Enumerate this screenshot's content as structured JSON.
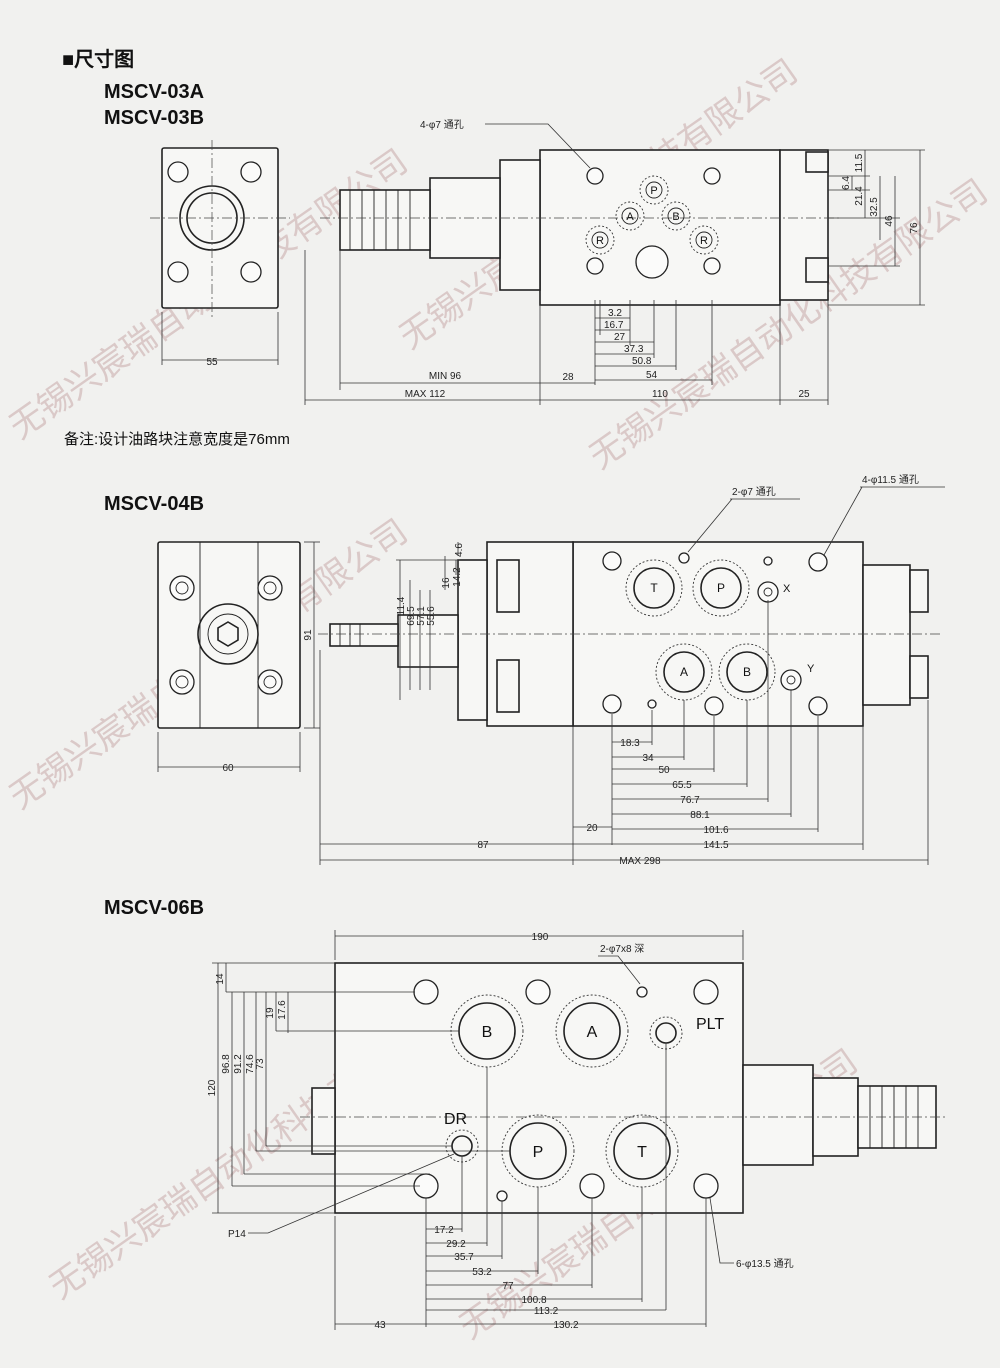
{
  "header": {
    "section_title": "■尺寸图",
    "model_03a": "MSCV-03A",
    "model_03b": "MSCV-03B",
    "note": "备注:设计油路块注意宽度是76mm",
    "model_04b": "MSCV-04B",
    "model_06b": "MSCV-06B"
  },
  "watermark": "无锡兴宸瑞自动化科技有限公司",
  "mscv03": {
    "callout_holes": "4-φ7 通孔",
    "ports": [
      "P",
      "A",
      "B",
      "R",
      "R"
    ],
    "dims_bottom": [
      "3.2",
      "16.7",
      "27",
      "37.3",
      "50.8",
      "54",
      "110",
      "25",
      "28"
    ],
    "dim_min": "MIN 96",
    "dim_max": "MAX 112",
    "dim_face_width": "55",
    "dims_right": [
      "11.5",
      "6.4",
      "21.4",
      "32.5",
      "46",
      "76"
    ]
  },
  "mscv04": {
    "callout_holes_a": "2-φ7 通孔",
    "callout_holes_b": "4-φ11.5 通孔",
    "ports": [
      "T",
      "P",
      "A",
      "B",
      "X",
      "Y"
    ],
    "dims_bottom": [
      "18.3",
      "34",
      "50",
      "65.5",
      "76.7",
      "88.1",
      "101.6",
      "20",
      "141.5",
      "87"
    ],
    "dim_max": "MAX 298",
    "dim_face_width": "60",
    "dim_height": "91",
    "dims_vertical": [
      "11.4",
      "69.5",
      "57.1",
      "55.6",
      "16",
      "14.2",
      "4.6"
    ]
  },
  "mscv06": {
    "callout_holes_a": "2-φ7x8 深",
    "callout_holes_b": "6-φ13.5 通孔",
    "ports": [
      "B",
      "A",
      "PLT",
      "DR",
      "P",
      "T"
    ],
    "label_p14": "P14",
    "dim_width": "190",
    "dims_bottom": [
      "17.2",
      "29.2",
      "35.7",
      "53.2",
      "77",
      "100.8",
      "113.2",
      "130.2",
      "43"
    ],
    "dims_left": [
      "120",
      "96.8",
      "91.2",
      "74.6",
      "73",
      "19",
      "17.6",
      "14"
    ]
  }
}
